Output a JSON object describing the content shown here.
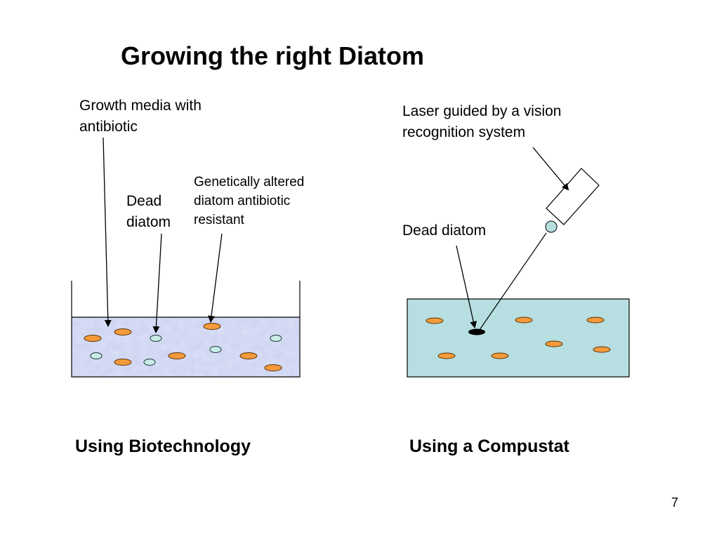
{
  "title": "Growing the right Diatom",
  "left_panel": {
    "label_media": "Growth media with antibiotic",
    "label_dead": "Dead diatom",
    "label_altered": "Genetically altered diatom antibiotic resistant",
    "caption": "Using Biotechnology"
  },
  "right_panel": {
    "label_laser": "Laser guided by a vision recognition system",
    "label_dead": "Dead diatom",
    "caption": "Using a Compustat"
  },
  "page_number": "7",
  "colors": {
    "live_diatom": "#f59a3c",
    "dead_diatom_left": "#c8ece8",
    "dead_diatom_right": "#000000",
    "media_left": "#c9d7f2",
    "media_right": "#b7dfe1"
  }
}
